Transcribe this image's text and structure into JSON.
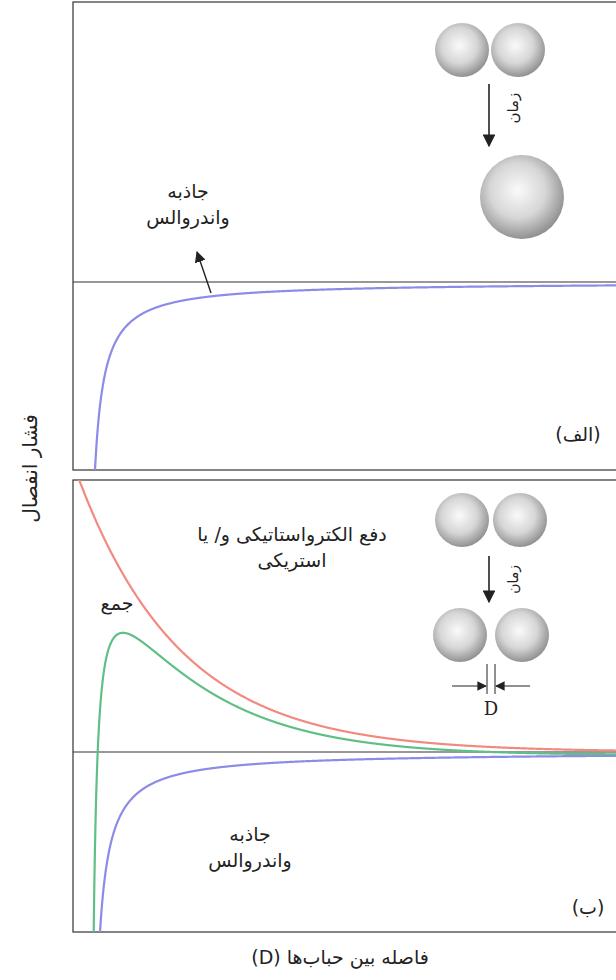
{
  "diagram": {
    "labels": [
      "زمان",
      "جاذبه واندروالس",
      "(الف)",
      "دفع الکترواستاتیکی و/ یا استریکی",
      "زمان",
      "جمع",
      "D",
      "جاذبه واندروالس",
      "(ب)",
      "فشار انفصال",
      "فاصله بین حباب‌ها (D)"
    ]
  }
}
